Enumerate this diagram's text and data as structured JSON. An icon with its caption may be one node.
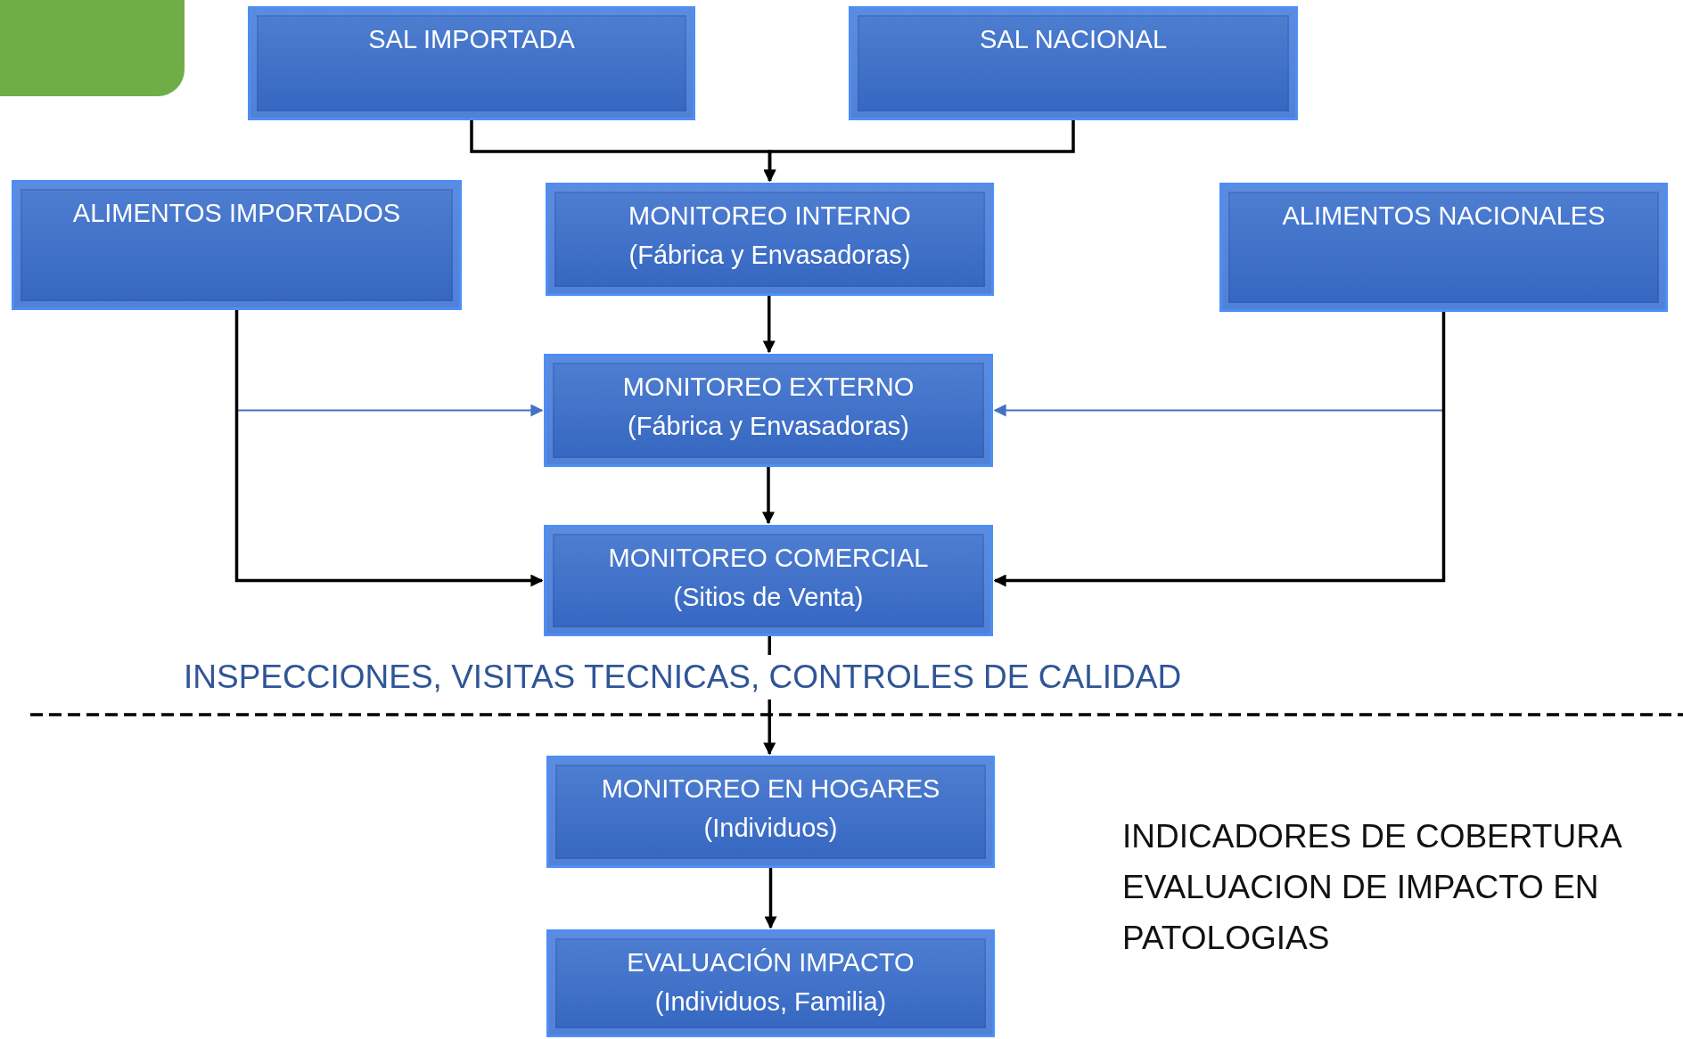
{
  "diagram": {
    "nodes": [
      {
        "text": [
          "SAL IMPORTADA"
        ]
      },
      {
        "text": [
          "SAL NACIONAL"
        ]
      },
      {
        "text": [
          "ALIMENTOS IMPORTADOS"
        ]
      },
      {
        "text": [
          "MONITOREO INTERNO",
          "(Fábrica y Envasadoras)"
        ]
      },
      {
        "text": [
          "ALIMENTOS NACIONALES"
        ]
      },
      {
        "text": [
          "MONITOREO EXTERNO",
          "(Fábrica y Envasadoras)"
        ]
      },
      {
        "text": [
          "MONITOREO COMERCIAL",
          "(Sitios de Venta)"
        ]
      },
      {
        "text": [
          "MONITOREO EN HOGARES",
          "(Individuos)"
        ]
      },
      {
        "text": [
          "EVALUACIÓN IMPACTO",
          "(Individuos, Familia)"
        ]
      }
    ],
    "edges": [
      {
        "from": 0,
        "to": 3,
        "arrow": "to"
      },
      {
        "from": 1,
        "to": 3,
        "arrow": "to"
      },
      {
        "from": 3,
        "to": 5,
        "arrow": "to"
      },
      {
        "from": 2,
        "to": 5,
        "arrow": "to",
        "color": "#4472c4"
      },
      {
        "from": 4,
        "to": 5,
        "arrow": "to",
        "color": "#4472c4"
      },
      {
        "from": 5,
        "to": 6,
        "arrow": "to"
      },
      {
        "from": 2,
        "to": 6,
        "arrow": "to"
      },
      {
        "from": 4,
        "to": 6,
        "arrow": "to"
      },
      {
        "from": 6,
        "to": 7,
        "arrow": "to"
      },
      {
        "from": 7,
        "to": 8,
        "arrow": "to"
      }
    ],
    "labels": [
      "INSPECCIONES, VISITAS TECNICAS, CONTROLES DE CALIDAD",
      "INDICADORES DE COBERTURA EVALUACION DE IMPACTO EN PATOLOGIAS"
    ]
  }
}
